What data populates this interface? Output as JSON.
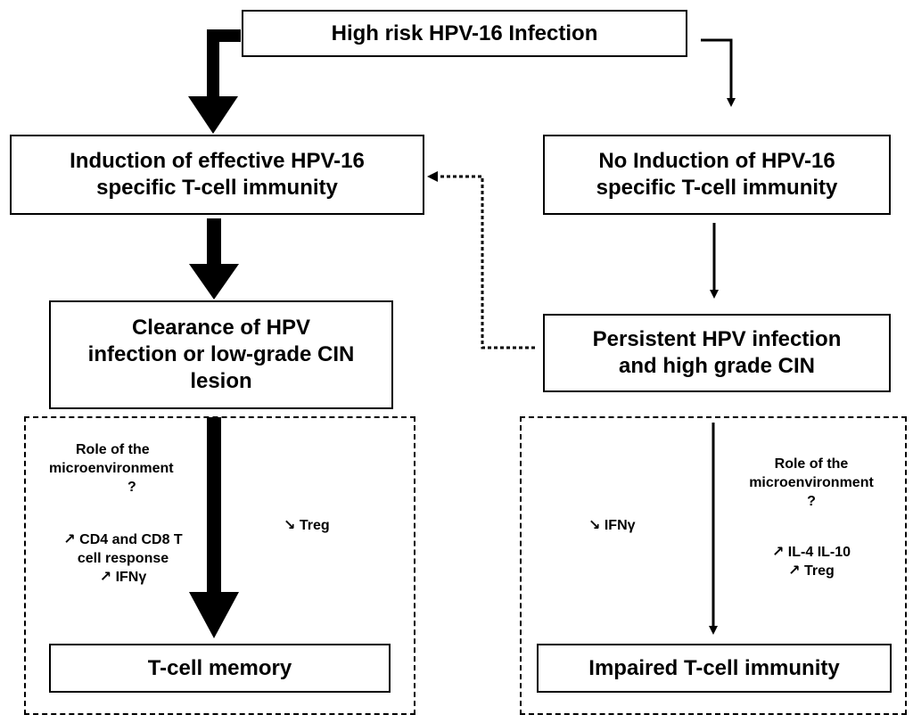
{
  "nodes": {
    "infection": "High risk HPV-16 Infection",
    "induction": [
      "Induction of effective HPV-16",
      "specific T-cell immunity"
    ],
    "no_induction": [
      "No Induction of HPV-16",
      "specific T-cell immunity"
    ],
    "clearance": [
      "Clearance of HPV",
      "infection or low-grade CIN",
      "lesion"
    ],
    "persistent": [
      "Persistent HPV infection",
      "and high grade CIN"
    ],
    "memory": "T-cell memory",
    "impaired": "Impaired T-cell immunity"
  },
  "left_panel": {
    "role": [
      "Role of the",
      "microenvironment",
      "?"
    ],
    "cd_response": [
      "↗ CD4 and CD8 T",
      "cell response",
      "↗ IFNγ"
    ],
    "treg": "↘ Treg"
  },
  "right_panel": {
    "ifn": "↘ IFNγ",
    "role": [
      "Role of the",
      "microenvironment",
      "?"
    ],
    "il": [
      "↗ IL-4 IL-10",
      "↗ Treg"
    ]
  }
}
